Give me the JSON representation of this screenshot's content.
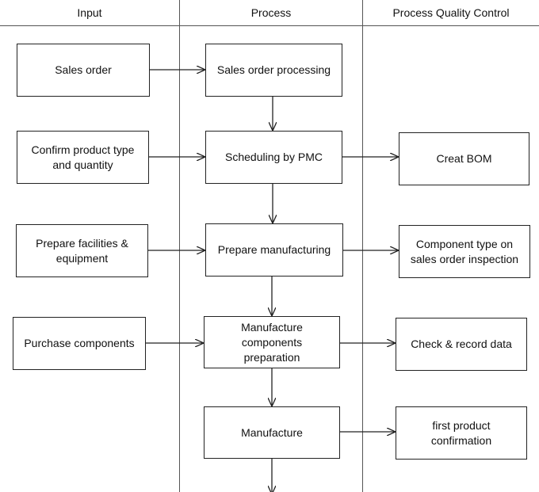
{
  "headers": {
    "input": "Input",
    "process": "Process",
    "quality": "Process Quality Control"
  },
  "input": {
    "sales_order": "Sales order",
    "confirm_product": "Confirm product type\nand quantity",
    "prepare_facilities": "Prepare facilities &\nequipment",
    "purchase_components": "Purchase components"
  },
  "process": {
    "sales_order_processing": "Sales order processing",
    "scheduling": "Scheduling by PMC",
    "prepare_manufacturing": "Prepare  manufacturing",
    "manufacture_prep": "Manufacture\ncomponents\npreparation",
    "manufacture": "Manufacture"
  },
  "quality": {
    "creat_bom": "Creat BOM",
    "component_inspection": "Component type on\nsales order inspection",
    "check_record": "Check  & record data",
    "first_product": "first product\nconfirmation"
  }
}
